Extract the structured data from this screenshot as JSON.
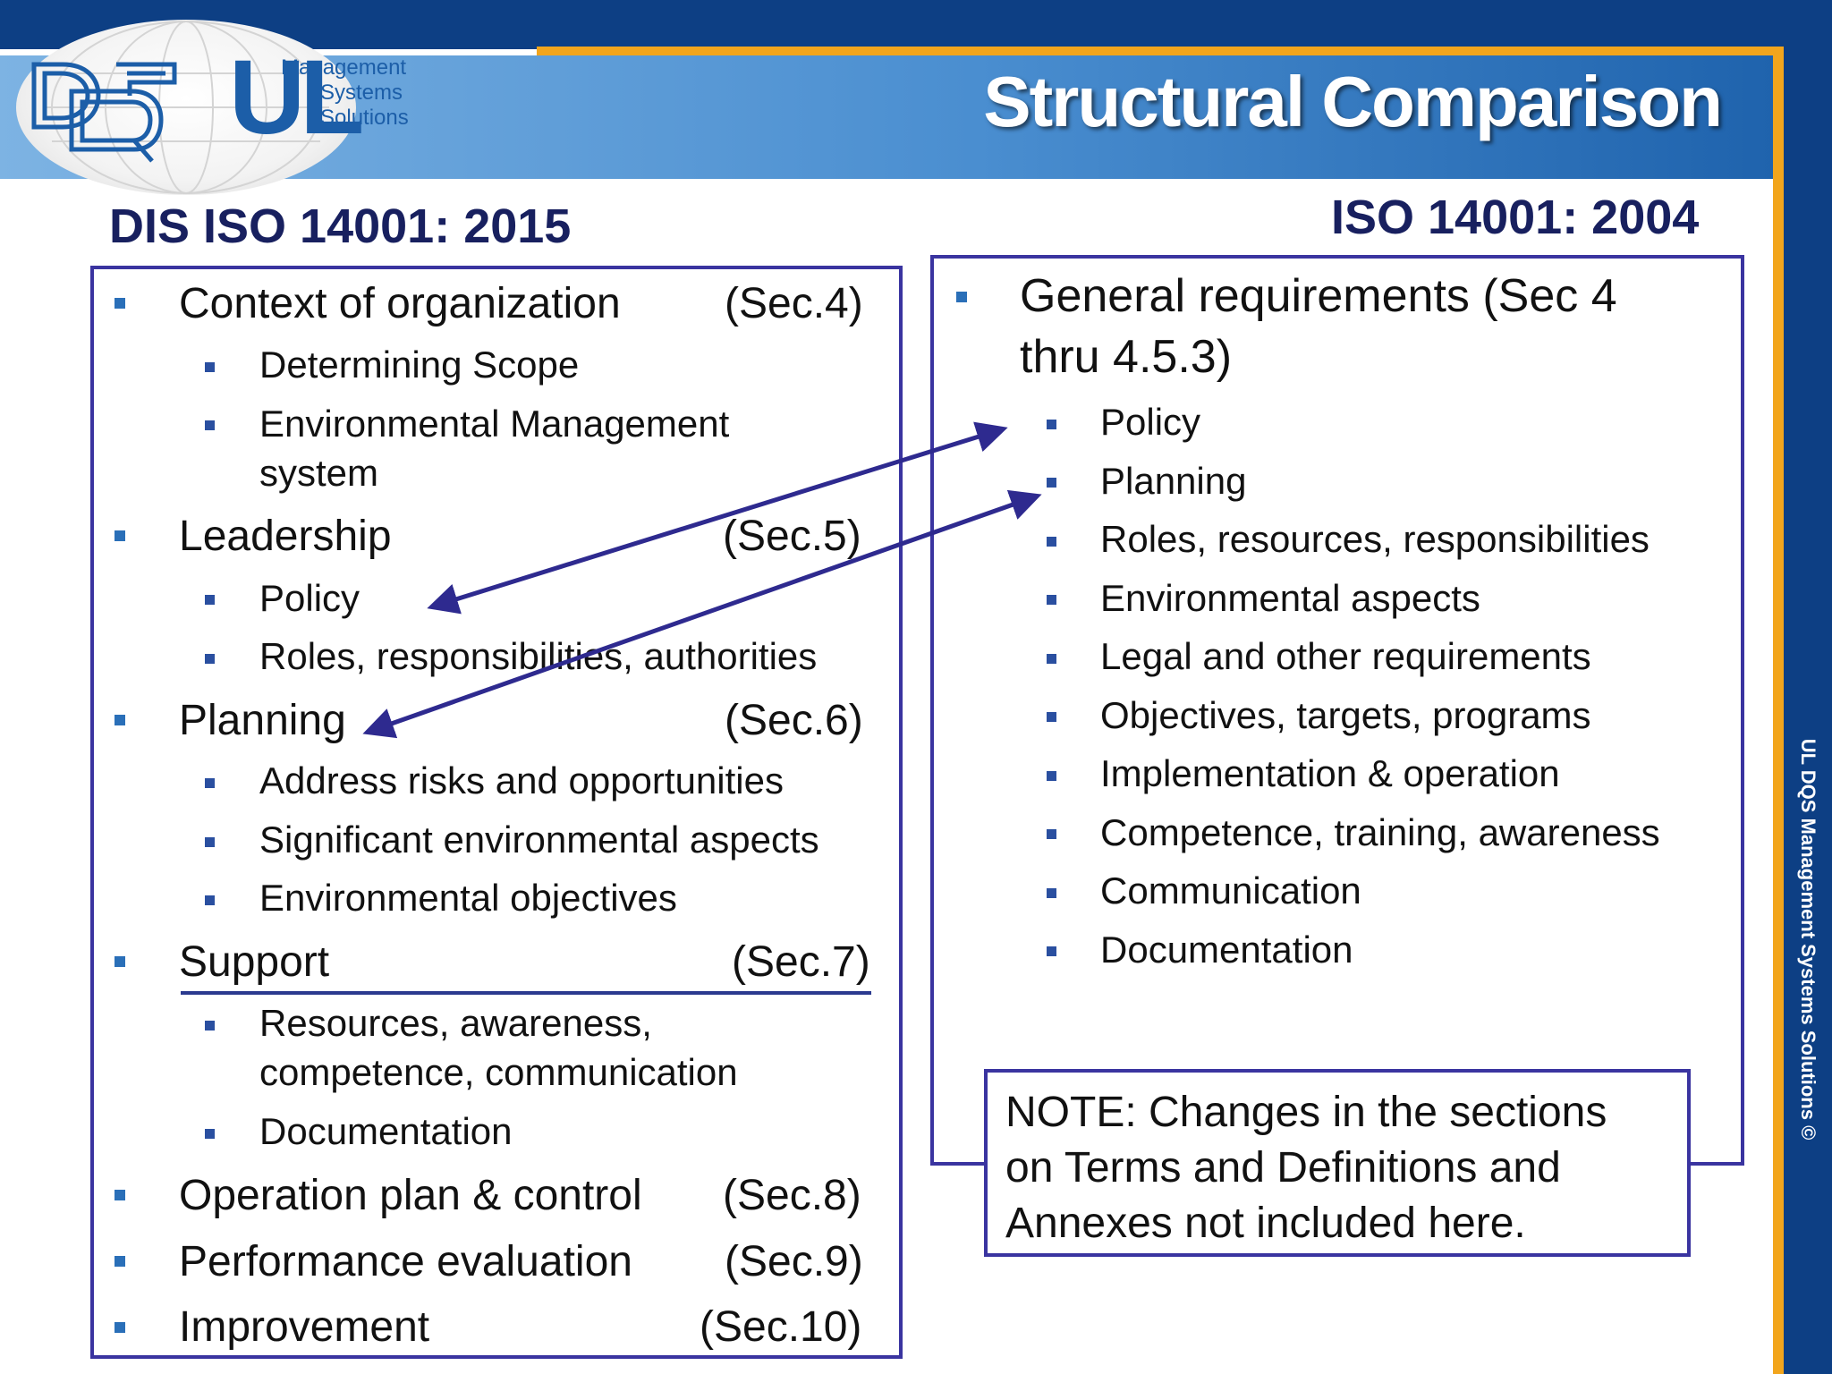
{
  "header": {
    "title": "Structural Comparison",
    "logo": {
      "dqs_text": "DQS",
      "ul_text": "UL",
      "line1": "Management",
      "line2": "Systems",
      "line3": "Solutions"
    }
  },
  "left": {
    "heading": "DIS ISO 14001: 2015",
    "items": [
      {
        "label": "Context of organization",
        "sec": "(Sec.4)",
        "subs": [
          "Determining Scope",
          "Environmental Management system"
        ]
      },
      {
        "label": "Leadership",
        "sec": "(Sec.5)",
        "subs": [
          "Policy",
          "Roles, responsibilities, authorities"
        ]
      },
      {
        "label": "Planning",
        "sec": "(Sec.6)",
        "subs": [
          "Address risks and opportunities",
          "Significant environmental aspects",
          "Environmental objectives"
        ]
      },
      {
        "label": "Support",
        "sec": "(Sec.7)",
        "subs": [
          "Resources, awareness, competence, communication",
          "Documentation"
        ]
      },
      {
        "label": "Operation plan & control",
        "sec": "(Sec.8)",
        "subs": []
      },
      {
        "label": "Performance evaluation",
        "sec": "(Sec.9)",
        "subs": []
      },
      {
        "label": "Improvement",
        "sec": "(Sec.10)",
        "subs": []
      }
    ],
    "sub_lines": {
      "ems_line1": "Environmental Management",
      "ems_line2": "system",
      "res_line1": "Resources, awareness,",
      "res_line2": "competence, communication"
    }
  },
  "right": {
    "heading": "ISO 14001: 2004",
    "main_line1": "General requirements (Sec 4",
    "main_line2": "thru 4.5.3)",
    "subs": [
      "Policy",
      "Planning",
      "Roles, resources, responsibilities",
      "Environmental aspects",
      "Legal and other requirements",
      "Objectives, targets, programs",
      "Implementation & operation",
      "Competence, training, awareness",
      "Communication",
      "Documentation"
    ]
  },
  "note": {
    "line1": "NOTE: Changes in the sections",
    "line2": "on Terms and Definitions and",
    "line3": "Annexes not included here."
  },
  "footer": {
    "vertical_copyright": "UL DQS Management Systems Solutions ©"
  },
  "colors": {
    "header_blue": "#0d3f84",
    "accent_orange": "#f2a51c",
    "box_border": "#3a34a0",
    "heading_navy": "#18205f",
    "bullet_blue": "#2a6fb8"
  }
}
